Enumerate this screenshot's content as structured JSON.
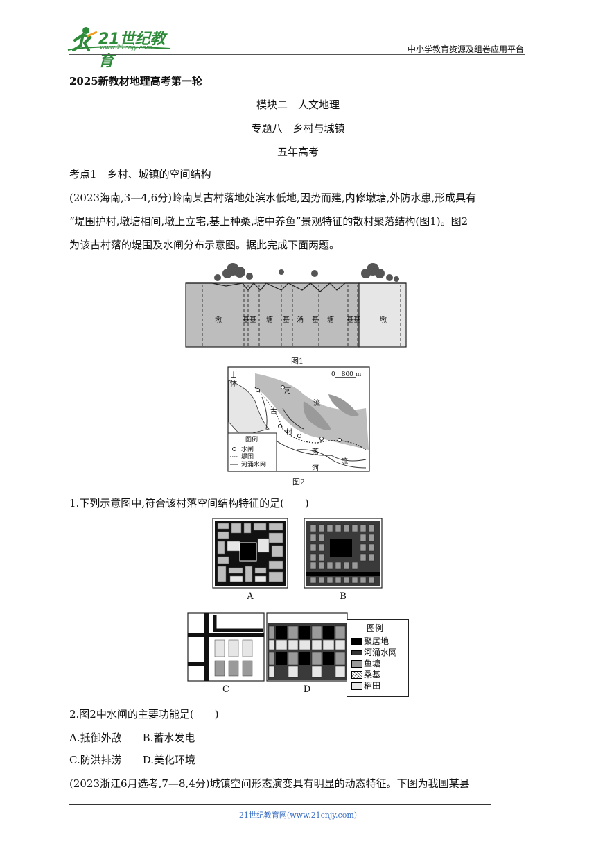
{
  "header": {
    "logo_text": "21世纪教育",
    "logo_url": "www.21cnjy.com",
    "right_text": "中小学教育资源及组卷应用平台"
  },
  "doc": {
    "series_title": "2025新教材地理高考第一轮",
    "module": "模块二　人文地理",
    "topic": "专题八　乡村与城镇",
    "section": "五年高考",
    "point": "考点1　乡村、城镇的空间结构",
    "intro_line1": "(2023海南,3—4,6分)岭南某古村落地处滨水低地,因势而建,内修墩塘,外防水患,形成具有",
    "intro_line2": "“堤围护村,墩塘相间,墩上立宅,基上种桑,塘中养鱼”景观特征的散村聚落结构(图1)。图2",
    "intro_line3": "为该古村落的堤围及水闸分布示意图。据此完成下面两题。",
    "q1": "1.下列示意图中,符合该村落空间结构特征的是(　　)",
    "q2": "2.图2中水闸的主要功能是(　　)",
    "q2_a": "A.抵御外敌",
    "q2_b": "B.蓄水发电",
    "q2_c": "C.防洪排涝",
    "q2_d": "D.美化环境",
    "next_intro": "(2023浙江6月选考,7—8,4分)城镇空间形态演变具有明显的动态特征。下图为我国某县"
  },
  "fig1": {
    "caption": "图1",
    "labels": [
      "墩",
      "基",
      "基",
      "塘",
      "基",
      "涌",
      "基",
      "塘",
      "基",
      "基",
      "墩"
    ]
  },
  "fig2": {
    "caption": "图2",
    "scale": "0　800 m",
    "mountain": "山",
    "forest": "体",
    "river1": "河",
    "river2": "流",
    "village": [
      "古",
      "村",
      "落"
    ],
    "river3": "河",
    "river4": "流",
    "legend_title": "图例",
    "legend_items": [
      "水闸",
      "堤围",
      "河涌水网"
    ]
  },
  "options_fig": {
    "label_a": "A",
    "label_b": "B",
    "label_c": "C",
    "label_d": "D",
    "legend_title": "图例",
    "legend_items": [
      "聚居地",
      "河涌水网",
      "鱼塘",
      "桑基",
      "稻田"
    ]
  },
  "footer": {
    "text": "21世纪教育网(www.21cnjy.com)"
  }
}
